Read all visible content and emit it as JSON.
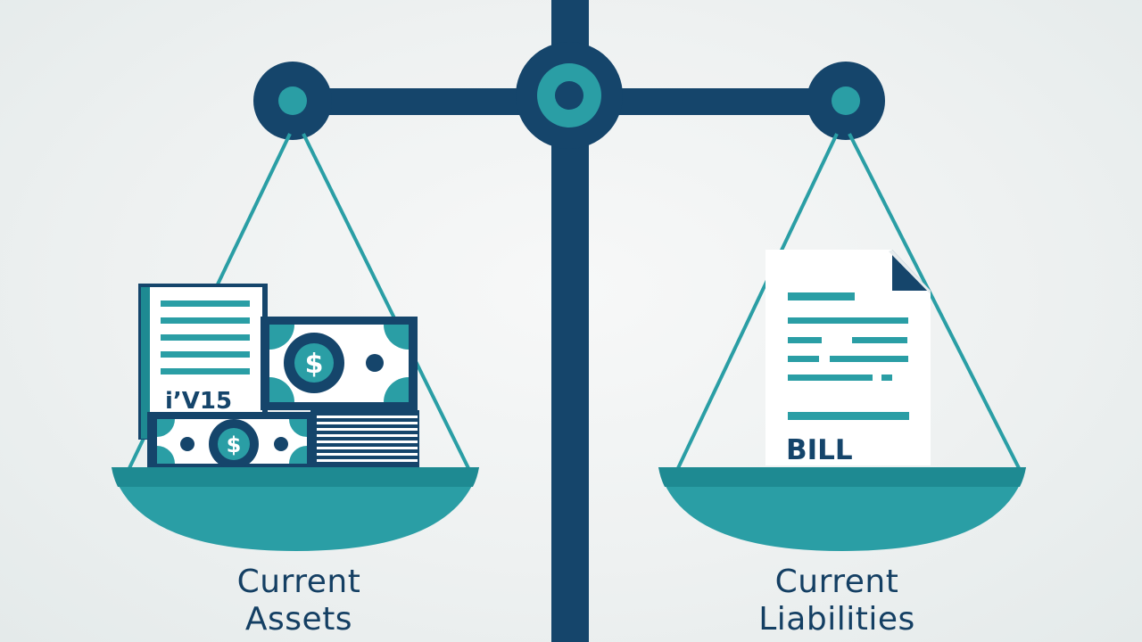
{
  "colors": {
    "navy": "#15456b",
    "navy_dark": "#123c5e",
    "teal": "#2a9ea5",
    "teal_dark": "#1e8a92",
    "paper": "#ffffff",
    "background": "#eef1f1"
  },
  "left_pan": {
    "caption_line1": "Current",
    "caption_line2": "Assets",
    "document_text": "i’V15",
    "icons": [
      "document-icon",
      "banknote-icon",
      "banknote-icon",
      "cash-stack-icon"
    ]
  },
  "right_pan": {
    "caption_line1": "Current",
    "caption_line2": "Liabilities",
    "bill_label": "BILL",
    "icons": [
      "bill-document-icon"
    ]
  },
  "currency_symbol": "$"
}
